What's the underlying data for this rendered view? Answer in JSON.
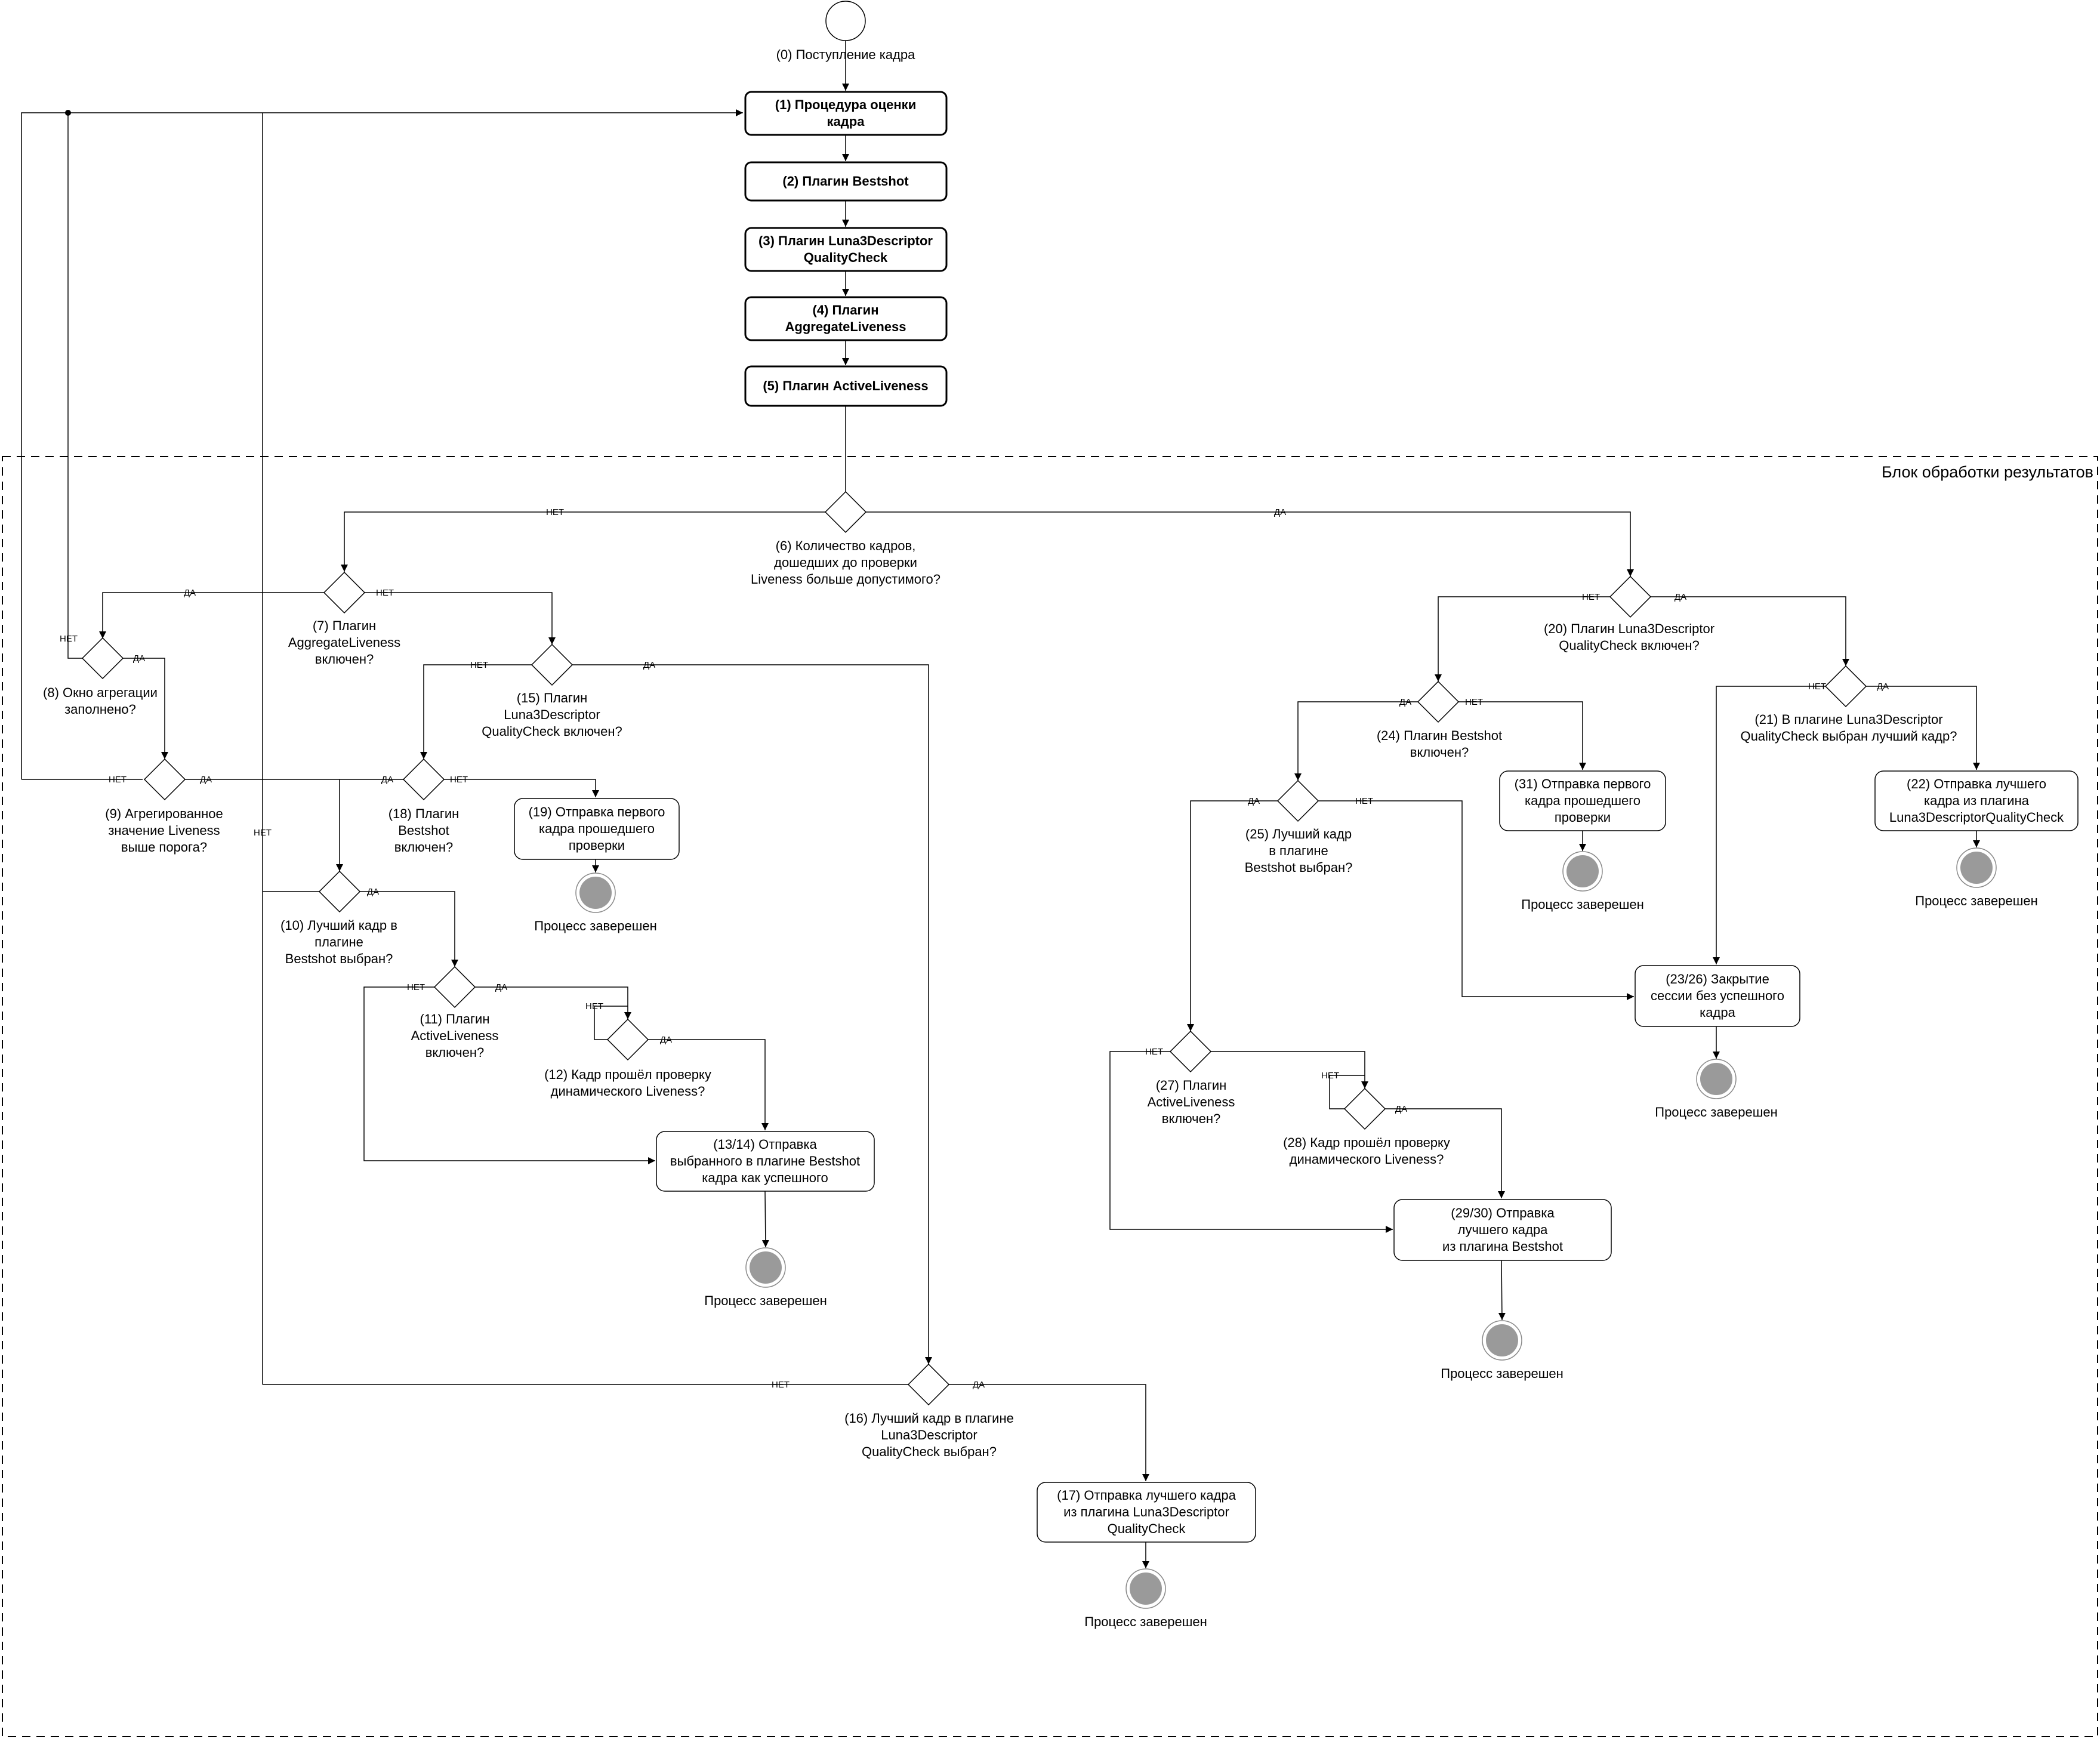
{
  "diagram": {
    "title": "Блок обработки результатов",
    "start_label": "(0) Поступление кадра",
    "yes": "ДА",
    "no": "НЕТ",
    "end_label": "Процесс заверешен",
    "steps": {
      "s1": [
        "(1) Процедура оценки",
        "кадра"
      ],
      "s2": [
        "(2) Плагин Bestshot"
      ],
      "s3": [
        "(3) Плагин Luna3Descriptor",
        "QualityCheck"
      ],
      "s4": [
        "(4) Плагин",
        "AggregateLiveness"
      ],
      "s5": [
        "(5) Плагин ActiveLiveness"
      ],
      "s6": [
        "(6) Количество кадров,",
        "дошедших до проверки",
        "Liveness больше допустимого?"
      ],
      "s7": [
        "(7) Плагин",
        "AggregateLiveness",
        "включен?"
      ],
      "s8": [
        "(8) Окно агрегации",
        "заполнено?"
      ],
      "s9": [
        "(9) Агрегированное",
        "значение Liveness",
        "выше порога?"
      ],
      "s10": [
        "(10) Лучший кадр в",
        "плагине",
        "Bestshot выбран?"
      ],
      "s11": [
        "(11) Плагин",
        "ActiveLiveness",
        "включен?"
      ],
      "s12": [
        "(12) Кадр прошёл проверку",
        "динамического Liveness?"
      ],
      "s13": [
        "(13/14) Отправка",
        "выбранного в плагине Bestshot",
        "кадра как успешного"
      ],
      "s15": [
        "(15) Плагин",
        "Luna3Descriptor",
        "QualityCheck включен?"
      ],
      "s16": [
        "(16) Лучший кадр в плагине",
        "Luna3Descriptor",
        "QualityCheck выбран?"
      ],
      "s17": [
        "(17) Отправка лучшего кадра",
        "из плагина Luna3Descriptor",
        "QualityCheck"
      ],
      "s18": [
        "(18) Плагин",
        "Bestshot",
        "включен?"
      ],
      "s19": [
        "(19) Отправка первого",
        "кадра прошедшего",
        "проверки"
      ],
      "s20": [
        "(20) Плагин Luna3Descriptor",
        "QualityCheck включен?"
      ],
      "s21": [
        "(21) В плагине Luna3Descriptor",
        "QualityCheck выбран лучший кадр?"
      ],
      "s22": [
        "(22) Отправка лучшего",
        "кадра из плагина",
        "Luna3DescriptorQualityCheck"
      ],
      "s23": [
        "(23/26) Закрытие",
        "сессии без успешного",
        "кадра"
      ],
      "s24": [
        "(24) Плагин Bestshot",
        "включен?"
      ],
      "s25": [
        "(25) Лучший кадр",
        "в плагине",
        "Bestshot выбран?"
      ],
      "s27": [
        "(27) Плагин",
        "ActiveLiveness",
        "включен?"
      ],
      "s28": [
        "(28) Кадр прошёл проверку",
        "динамического Liveness?"
      ],
      "s29": [
        "(29/30) Отправка",
        "лучшего кадра",
        "из плагина Bestshot"
      ],
      "s31": [
        "(31) Отправка первого",
        "кадра прошедшего",
        "проверки"
      ]
    }
  }
}
